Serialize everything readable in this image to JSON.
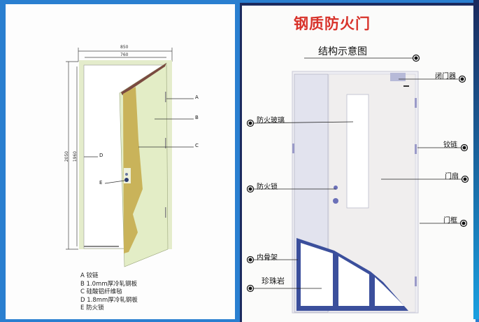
{
  "left_panel": {
    "dimensions": {
      "outer_width": "850",
      "inner_width": "760",
      "outer_height": "2050",
      "inner_height": "1960"
    },
    "callouts": [
      "A",
      "B",
      "C",
      "D",
      "E"
    ],
    "legend": [
      "A 铰链",
      "B 1.0mm厚冷轧钢板",
      "C 硅酸铝纤维毡",
      "D 1.8mm厚冷轧钢板",
      "E 防火锁"
    ]
  },
  "right_panel": {
    "title": "钢质防火门",
    "subtitle": "结构示意图",
    "labels": {
      "closer": "闭门器",
      "glass": "防火玻璃",
      "hinge": "铰链",
      "leaf": "门扇",
      "lock": "防火锁",
      "frame": "门框",
      "skeleton": "内骨架",
      "perlite": "珍珠岩"
    },
    "colors": {
      "title": "#d8322a",
      "skeleton": "#3b4f9c"
    }
  }
}
